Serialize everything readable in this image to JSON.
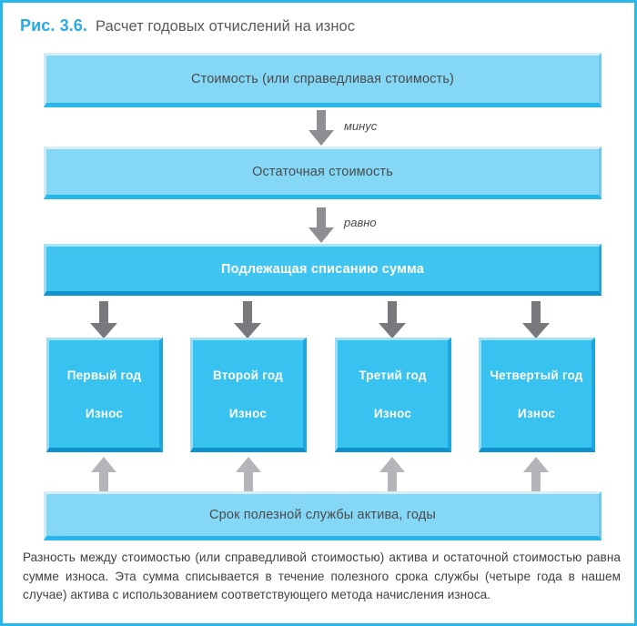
{
  "figure": {
    "number": "Рис. 3.6.",
    "title": "Расчет годовых отчислений на износ"
  },
  "colors": {
    "frame_border": "#29b6e8",
    "pale_box_fill": "#84d7f5",
    "strong_box_fill": "#3fc5f0",
    "year_box_fill": "#37c2f0",
    "accent_cyan": "#29abe2",
    "arrow_dark_gray": "#8d8f92",
    "arrow_light_gray": "#b3b5b8",
    "text_gray": "#4a4a4c",
    "text_white": "#ffffff"
  },
  "flow": {
    "cost_box": {
      "label": "Стоимость (или справедливая стоимость)"
    },
    "minus_arrow": {
      "icon": "arrow-down-icon",
      "label": "минус"
    },
    "residual_box": {
      "label": "Остаточная стоимость"
    },
    "equals_arrow": {
      "icon": "arrow-down-icon",
      "label": "равно"
    },
    "depreciable_box": {
      "label": "Подлежащая списанию сумма"
    },
    "distribute_arrows": [
      {
        "icon": "arrow-down-icon"
      },
      {
        "icon": "arrow-down-icon"
      },
      {
        "icon": "arrow-down-icon"
      },
      {
        "icon": "arrow-down-icon"
      }
    ],
    "year_boxes": [
      {
        "title": "Первый год",
        "subtitle": "Износ"
      },
      {
        "title": "Второй год",
        "subtitle": "Износ"
      },
      {
        "title": "Третий год",
        "subtitle": "Износ"
      },
      {
        "title": "Четвертый год",
        "subtitle": "Износ"
      }
    ],
    "life_arrows": [
      {
        "icon": "arrow-up-icon"
      },
      {
        "icon": "arrow-up-icon"
      },
      {
        "icon": "arrow-up-icon"
      },
      {
        "icon": "arrow-up-icon"
      }
    ],
    "useful_life_box": {
      "label": "Срок полезной службы актива, годы"
    }
  },
  "caption": {
    "text": "Разность между стоимостью (или справедливой стоимостью) актива и остаточной стоимостью равна сумме износа. Эта сумма списывается в течение полезного срока службы (четыре года в нашем случае) актива с использованием соответствующего метода начисления износа."
  }
}
